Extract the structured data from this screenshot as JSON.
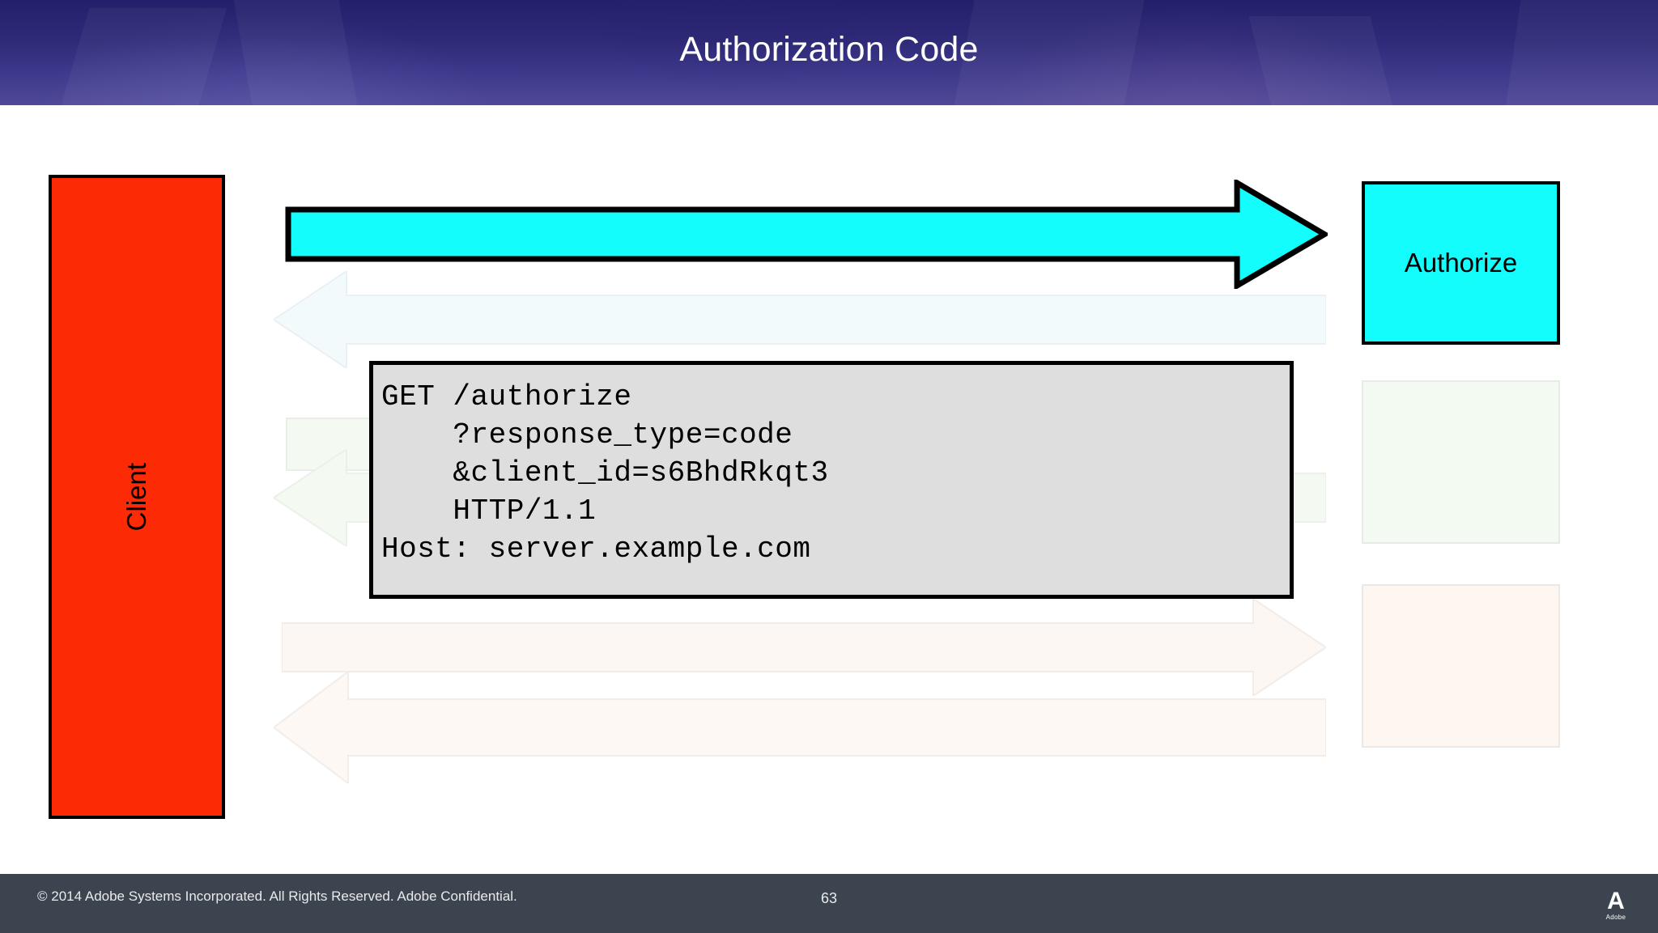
{
  "slide": {
    "title": "Authorization Code",
    "title_color": "#ffffff",
    "header_gradient_from": "#23206b",
    "header_gradient_to": "#4e4897",
    "background_color": "#ffffff"
  },
  "diagram": {
    "client_box": {
      "label": "Client",
      "fill": "#fc2b06",
      "border": "#000000",
      "orientation": "vertical"
    },
    "authorize_box": {
      "label": "Authorize",
      "fill": "#13fdfd",
      "border": "#000000"
    },
    "ghost_boxes": [
      {
        "name": "token-box-ghost",
        "fill": "#f3faf1"
      },
      {
        "name": "resource-box-ghost",
        "fill": "#fdf6f1"
      },
      {
        "name": "small-box-ghost",
        "fill": "#f4faf2"
      }
    ],
    "arrows": [
      {
        "name": "authorize-request-arrow",
        "direction": "right",
        "fill": "#13fdfd",
        "stroke": "#000000",
        "state": "active"
      },
      {
        "name": "authorize-response-arrow",
        "direction": "left",
        "fill": "#f2fafc",
        "stroke": "#e7eff2",
        "state": "faded"
      },
      {
        "name": "token-request-arrow",
        "direction": "left",
        "fill": "#f4faf2",
        "stroke": "#e9f0e8",
        "state": "faded"
      },
      {
        "name": "resource-request-arrow",
        "direction": "right",
        "fill": "#fdf7f3",
        "stroke": "#f1ece8",
        "state": "faded"
      },
      {
        "name": "resource-response-arrow",
        "direction": "left",
        "fill": "#fdf8f4",
        "stroke": "#f1ece8",
        "state": "faded"
      }
    ],
    "code_panel": {
      "fill": "#dedede",
      "border": "#000000",
      "lines": [
        "GET /authorize",
        "    ?response_type=code",
        "    &client_id=s6BhdRkqt3",
        "    HTTP/1.1",
        "Host: server.example.com"
      ],
      "text": "GET /authorize\n    ?response_type=code\n    &client_id=s6BhdRkqt3\n    HTTP/1.1\nHost: server.example.com"
    }
  },
  "footer": {
    "copyright": "© 2014 Adobe Systems Incorporated.  All Rights Reserved.  Adobe Confidential.",
    "page_number": "63",
    "background": "#3c4450",
    "logo": {
      "mark": "A",
      "wordmark": "Adobe"
    }
  }
}
